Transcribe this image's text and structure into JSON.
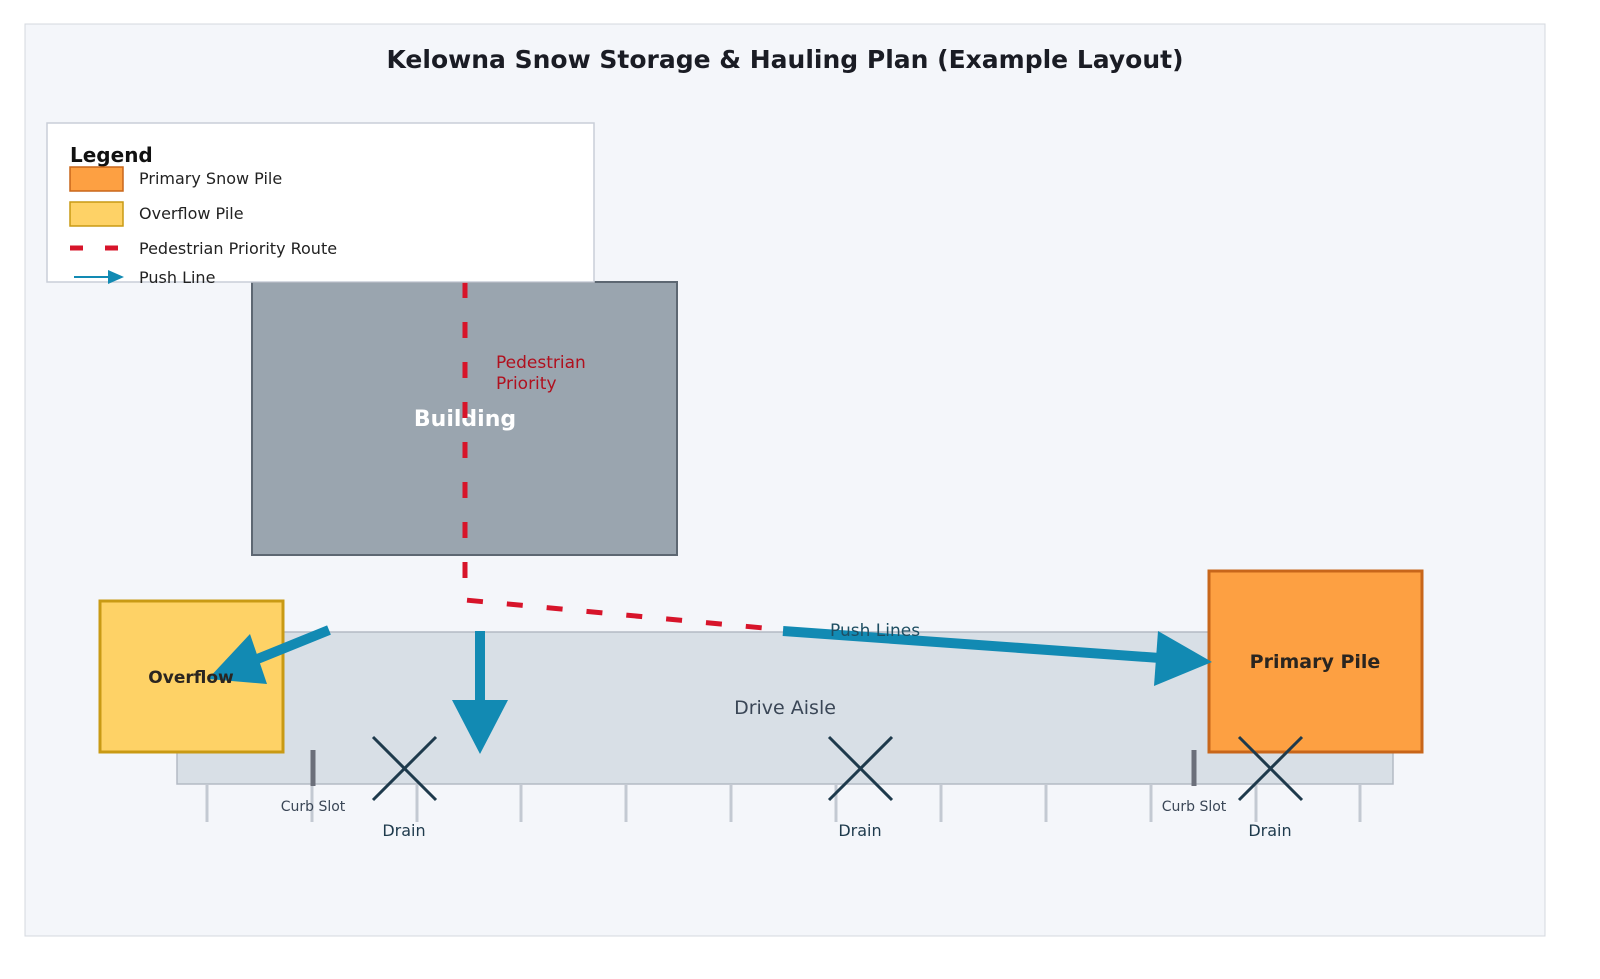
{
  "title": "Kelowna Snow Storage & Hauling Plan (Example Layout)",
  "legend": {
    "heading": "Legend",
    "items": [
      {
        "label": "Primary Snow Pile",
        "type": "swatch",
        "fill": "#fda042",
        "stroke": "#c8661a"
      },
      {
        "label": "Overflow Pile",
        "type": "swatch",
        "fill": "#fed266",
        "stroke": "#c99a14"
      },
      {
        "label": "Pedestrian Priority Route",
        "type": "dash",
        "color": "#d7142a"
      },
      {
        "label": "Push Line",
        "type": "arrow",
        "color": "#128ab3"
      }
    ]
  },
  "labels": {
    "building": "Building",
    "pedestrian_line1": "Pedestrian",
    "pedestrian_line2": "Priority",
    "overflow": "Overflow",
    "primary_pile": "Primary Pile",
    "push_lines": "Push Lines",
    "drive_aisle": "Drive Aisle",
    "curb_slots": [
      "Curb Slot",
      "Curb Slot"
    ],
    "drains": [
      "Drain",
      "Drain",
      "Drain"
    ]
  },
  "colors": {
    "background": "#f4f6fa",
    "building": "#9aa5af",
    "aisle": "#d8dfe6",
    "push": "#128ab3",
    "pedestrian": "#d7142a",
    "drain": "#1e3a4c"
  }
}
